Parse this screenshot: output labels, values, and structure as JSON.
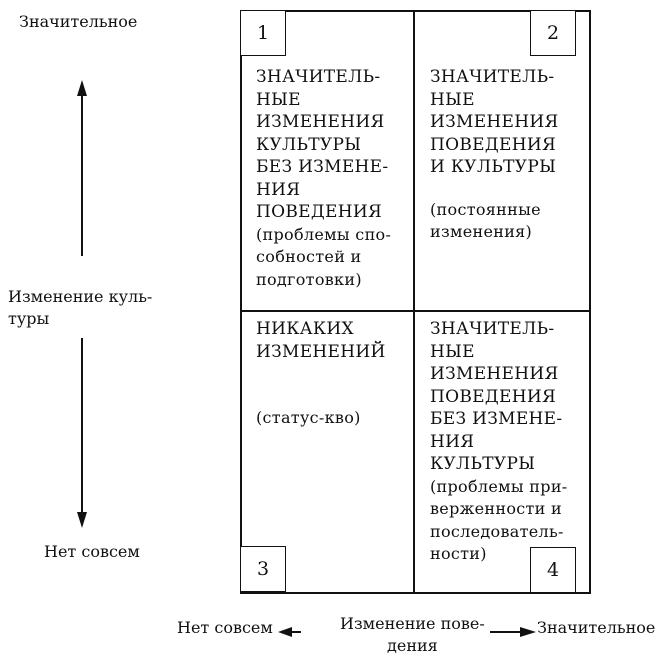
{
  "axes": {
    "y_top": "Значительное",
    "y_label": "Изменение куль-\nтуры",
    "y_bottom": "Нет совсем",
    "x_left": "Нет совсем",
    "x_label": "Изменение пове-\nдения",
    "x_right": "Значительное"
  },
  "cells": [
    {
      "number": "1",
      "heading": "ЗНАЧИТЕЛЬ-\nНЫЕ\nИЗМЕНЕНИЯ\nКУЛЬТУРЫ\nБЕЗ ИЗМЕНЕ-\nНИЯ\nПОВЕДЕНИЯ",
      "note": "(проблемы спо-\nсобностей и\nподготовки)"
    },
    {
      "number": "2",
      "heading": "ЗНАЧИТЕЛЬ-\nНЫЕ\nИЗМЕНЕНИЯ\nПОВЕДЕНИЯ\nИ КУЛЬТУРЫ",
      "note": "(постоянные\nизменения)"
    },
    {
      "number": "3",
      "heading": "НИКАКИХ\nИЗМЕНЕНИЙ",
      "note": "(статус-кво)"
    },
    {
      "number": "4",
      "heading": "ЗНАЧИТЕЛЬ-\nНЫЕ\nИЗМЕНЕНИЯ\nПОВЕДЕНИЯ\nБЕЗ ИЗМЕНЕ-\nНИЯ\nКУЛЬТУРЫ",
      "note": "(проблемы при-\nверженности и\nпоследователь-\nности)"
    }
  ]
}
